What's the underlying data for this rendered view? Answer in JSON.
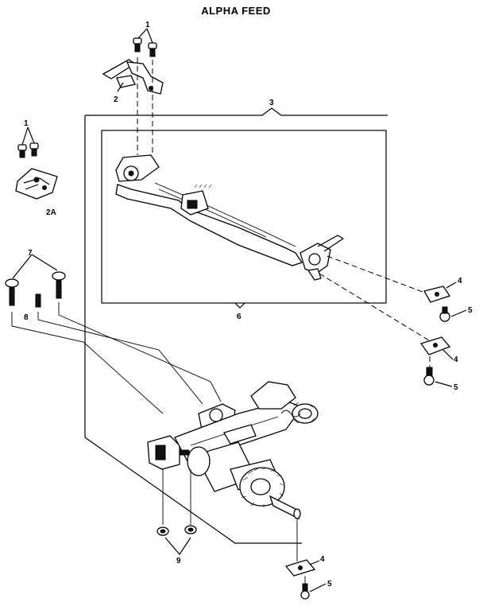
{
  "title": "ALPHA FEED",
  "labels": {
    "screw_top": "1",
    "screw_left": "1",
    "bracket": "2",
    "bracket_alt": "2A",
    "assembly": "3",
    "clamp_a": "4",
    "clamp_b": "4",
    "clamp_c": "4",
    "screw_a": "5",
    "screw_b": "5",
    "screw_c": "5",
    "feed_bar": "6",
    "shoulder_screw": "7",
    "set_screw": "8",
    "nut": "9"
  }
}
